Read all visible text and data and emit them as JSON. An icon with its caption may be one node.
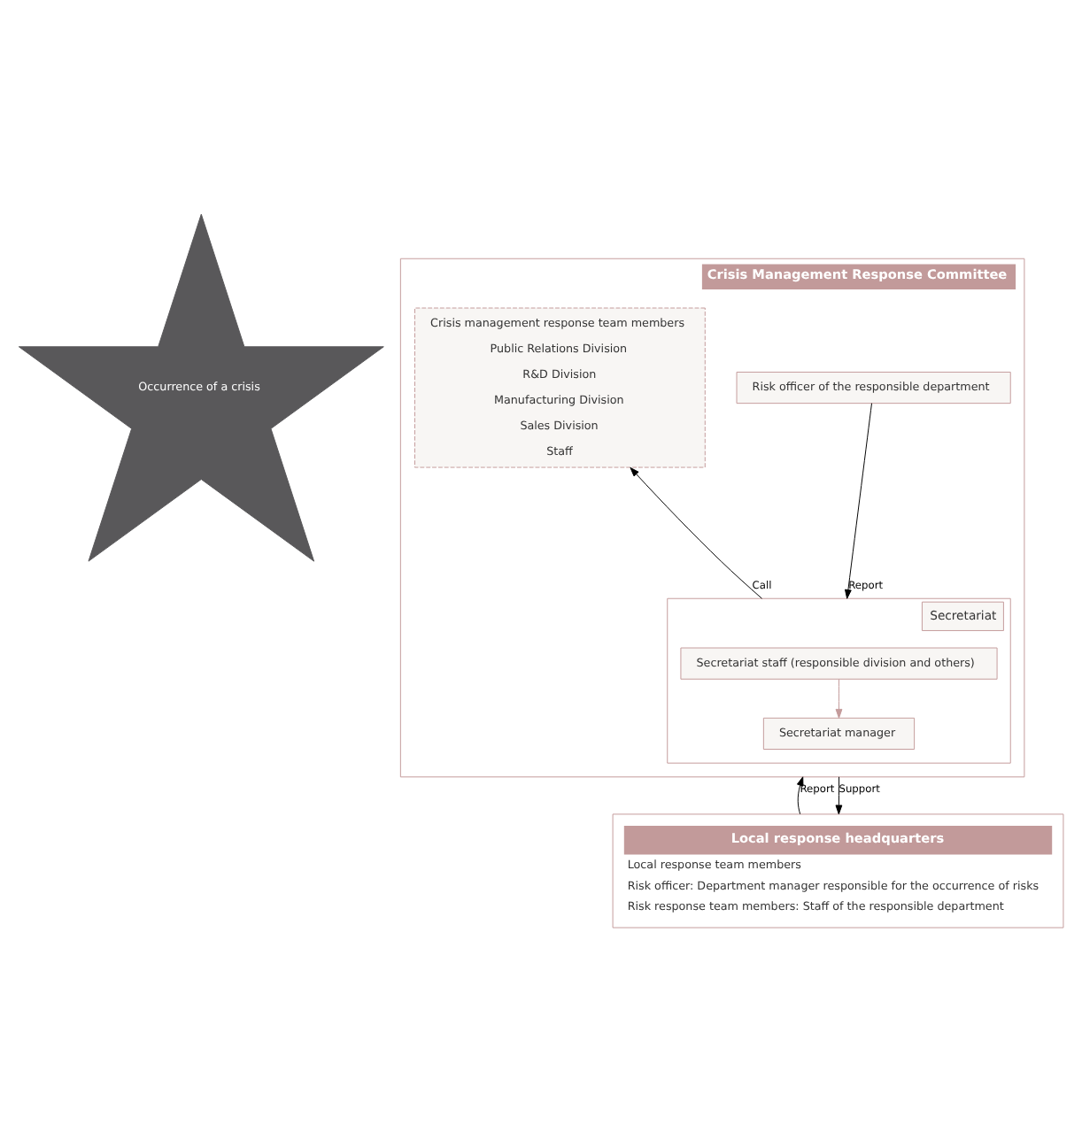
{
  "diagram": {
    "nodes": [
      {
        "text": [
          "Occurrence of a crisis"
        ]
      },
      {
        "text": [
          "Crisis Management Response Committee"
        ]
      },
      {
        "text": [
          "Risk officer of the responsible department"
        ],
        "in": 1
      },
      {
        "text": [
          "Secretariat"
        ],
        "in": 1
      },
      {
        "text": [
          "Secretariat staff (responsible division and others)"
        ],
        "in": 3
      },
      {
        "text": [
          "Secretariat manager"
        ],
        "in": 3
      },
      {
        "text": [
          "Crisis management response team members",
          "Public Relations Division",
          "R&D Division",
          "Manufacturing Division",
          "Sales Division",
          "Staff"
        ],
        "in": 1
      },
      {
        "text": [
          "Local response headquarters",
          "Local response team members",
          "Risk officer: Department manager responsible for the occurrence of risks",
          "Risk response team members: Staff of the responsible department"
        ]
      }
    ],
    "edges": [
      {
        "from": 2,
        "to": 3,
        "arrow": "to",
        "label": "Report"
      },
      {
        "from": 4,
        "to": 5,
        "arrow": "to",
        "color": "#c49b9b"
      },
      {
        "from": 3,
        "to": 6,
        "arrow": "to",
        "label": "Call"
      },
      {
        "from": 7,
        "to": 1,
        "arrow": "to",
        "label": "Report"
      },
      {
        "from": 1,
        "to": 7,
        "arrow": "to",
        "label": "Support"
      }
    ]
  }
}
